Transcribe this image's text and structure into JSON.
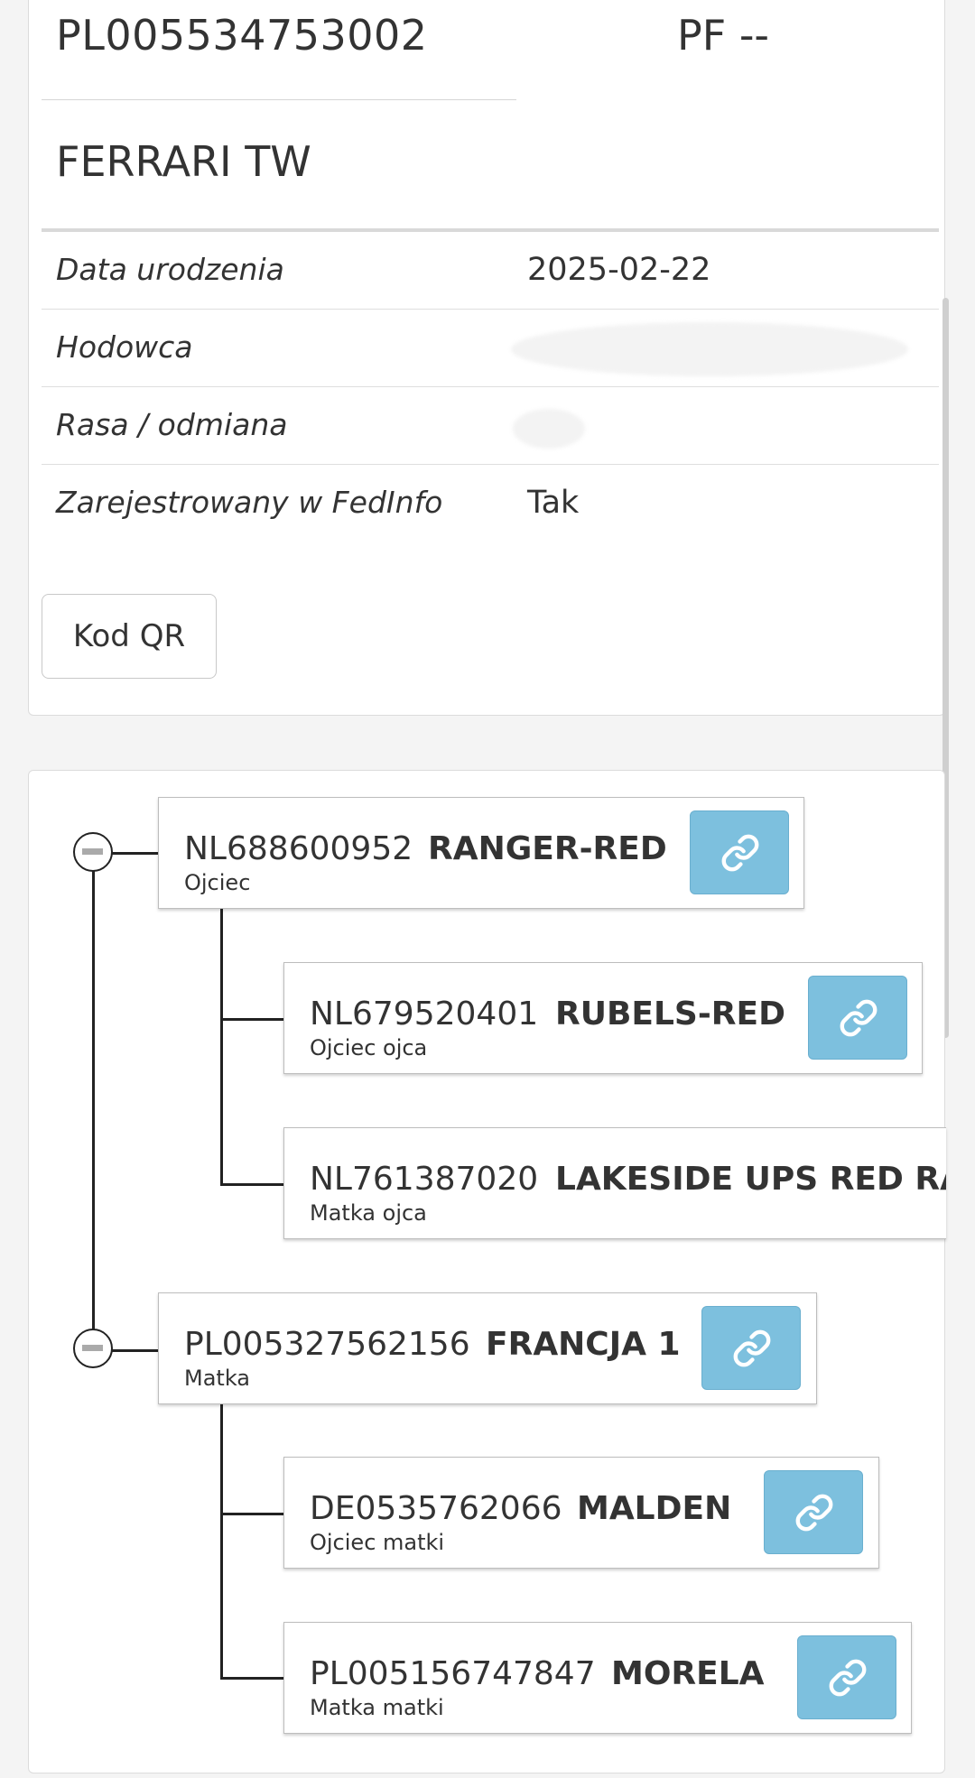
{
  "animal": {
    "id_number": "PL005534753002",
    "pf_label": "PF --",
    "name": "FERRARI TW"
  },
  "info": {
    "birth_date_label": "Data urodzenia",
    "birth_date_value": "2025-02-22",
    "breeder_label": "Hodowca",
    "breed_label": "Rasa / odmiana",
    "fedinfo_label": "Zarejestrowany w FedInfo",
    "fedinfo_value": "Tak"
  },
  "qr_button_label": "Kod QR",
  "pedigree": {
    "father": {
      "id": "NL688600952",
      "name": "RANGER-RED",
      "role": "Ojciec"
    },
    "fathers_father": {
      "id": "NL679520401",
      "name": "RUBELS-RED",
      "role": "Ojciec ojca"
    },
    "fathers_mother": {
      "id": "NL761387020",
      "name": "LAKESIDE UPS RED RANG",
      "role": "Matka ojca"
    },
    "mother": {
      "id": "PL005327562156",
      "name": "FRANCJA 1",
      "role": "Matka"
    },
    "mothers_father": {
      "id": "DE0535762066",
      "name": "MALDEN",
      "role": "Ojciec matki"
    },
    "mothers_mother": {
      "id": "PL005156747847",
      "name": "MORELA",
      "role": "Matka matki"
    }
  },
  "icons": {
    "link": "link-icon",
    "collapse": "minus-circle-icon"
  },
  "colors": {
    "link_button": "#7dc0de",
    "tree_line": "#222222"
  }
}
